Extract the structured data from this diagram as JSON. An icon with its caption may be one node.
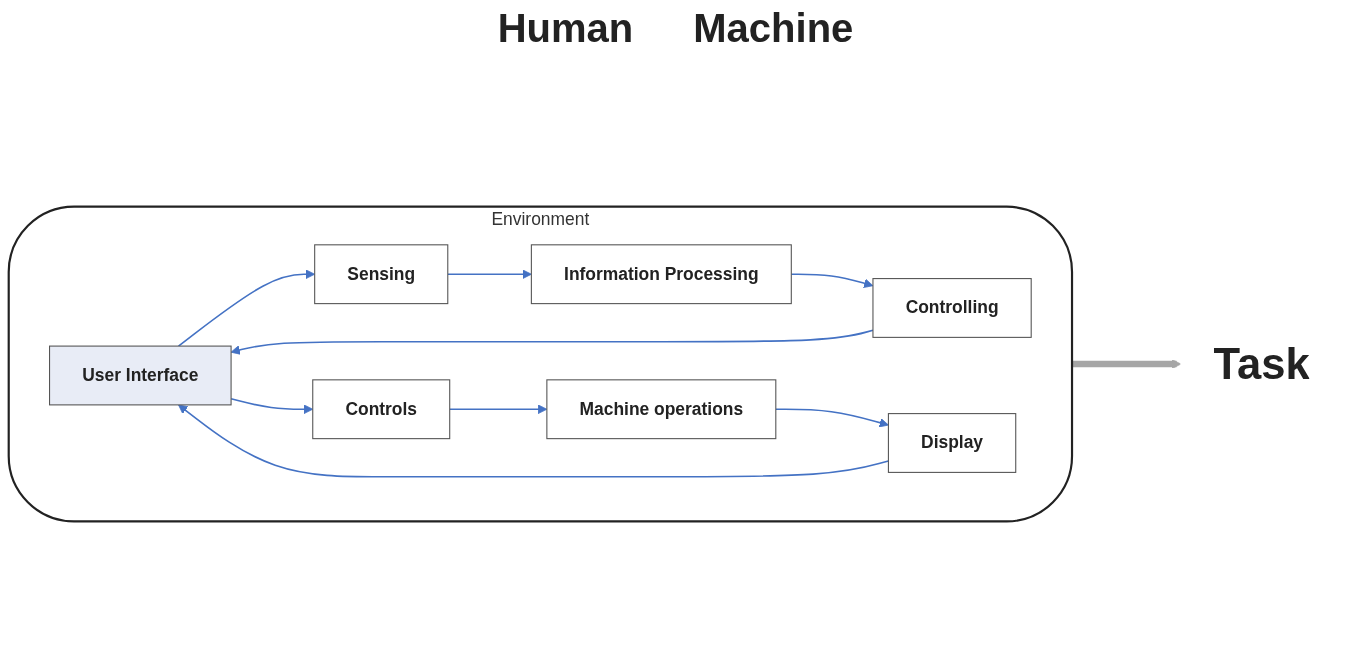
{
  "diagram": {
    "nodes": [
      {
        "text": [
          "Environment"
        ]
      },
      {
        "text": [
          "User Interface"
        ],
        "in": 0
      },
      {
        "text": [
          "Sensing"
        ],
        "in": 0
      },
      {
        "text": [
          "Information Processing"
        ],
        "in": 0
      },
      {
        "text": [
          "Controlling"
        ],
        "in": 0
      },
      {
        "text": [
          "Display"
        ],
        "in": 0
      },
      {
        "text": [
          "Machine operations"
        ],
        "in": 0
      },
      {
        "text": [
          "Controls"
        ],
        "in": 0
      },
      {
        "text": [
          "Task"
        ]
      }
    ],
    "edges": [
      {
        "from": 1,
        "to": 2,
        "arrow": "to"
      },
      {
        "from": 2,
        "to": 3,
        "arrow": "to"
      },
      {
        "from": 3,
        "to": 4,
        "arrow": "to"
      },
      {
        "from": 4,
        "to": 1,
        "arrow": "to"
      },
      {
        "from": 1,
        "to": 7,
        "arrow": "to"
      },
      {
        "from": 7,
        "to": 6,
        "arrow": "to"
      },
      {
        "from": 6,
        "to": 5,
        "arrow": "to"
      },
      {
        "from": 5,
        "to": 1,
        "arrow": "to"
      },
      {
        "from": 0,
        "to": 8,
        "arrow": "to",
        "style": "thick",
        "color": "#a6a6a6"
      }
    ],
    "labels": [
      "Human",
      "Machine"
    ]
  }
}
